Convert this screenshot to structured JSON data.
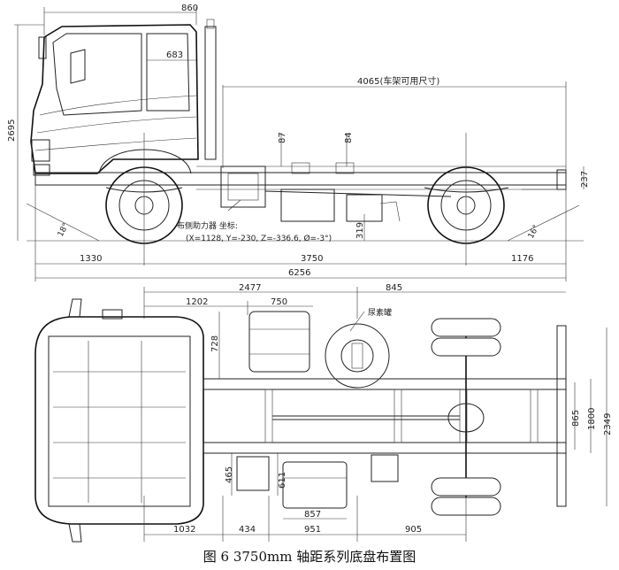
{
  "side_view": {
    "dims": {
      "cab_width_top": "860",
      "cab_setback": "683",
      "overall_height": "2695",
      "frame_usable_length": "4065(车架可用尺寸)",
      "dim_87": "87",
      "dim_84": "84",
      "frame_height": "237",
      "dim_319": "319",
      "approach_angle": "18°",
      "departure_angle": "16°",
      "front_overhang": "1330",
      "wheelbase": "3750",
      "rear_overhang": "1176",
      "overall_length": "6256"
    },
    "annotation_line1": "布侧助力器 坐标:",
    "annotation_line2": "(X=1128, Y=-230, Z=-336.6, Ø=-3°)"
  },
  "top_view": {
    "dims": {
      "dim_2477": "2477",
      "dim_845": "845",
      "dim_1202": "1202",
      "dim_750": "750",
      "dim_728": "728",
      "urea_label": "尿素罐",
      "dim_865": "865",
      "dim_1800": "1800",
      "dim_2349": "2349",
      "dim_465": "465",
      "dim_611": "611",
      "dim_857": "857",
      "dim_1032": "1032",
      "dim_434": "434",
      "dim_951": "951",
      "dim_905": "905"
    }
  },
  "caption": "图 6   3750mm 轴距系列底盘布置图"
}
